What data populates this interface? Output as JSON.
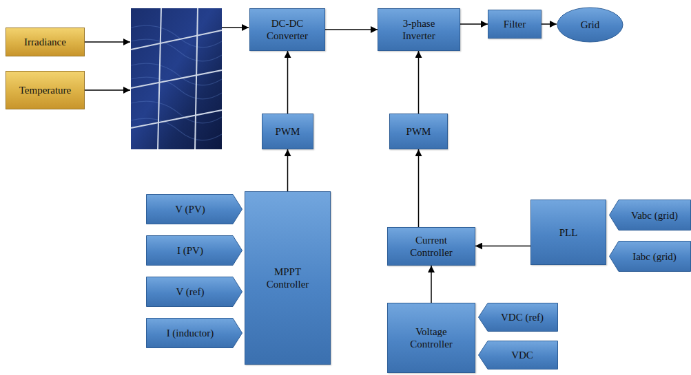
{
  "diagram": {
    "nodes": [
      {
        "text": [
          "Irradiance"
        ]
      },
      {
        "text": [
          "Temperature"
        ]
      },
      {
        "text": [
          "DC-DC Converter"
        ]
      },
      {
        "text": [
          "3-phase Inverter"
        ]
      },
      {
        "text": [
          "Filter"
        ]
      },
      {
        "text": [
          "Grid"
        ]
      },
      {
        "text": [
          "PWM"
        ]
      },
      {
        "text": [
          "PWM"
        ]
      },
      {
        "text": [
          "V (PV)"
        ]
      },
      {
        "text": [
          "I (PV)"
        ]
      },
      {
        "text": [
          "V (ref)"
        ]
      },
      {
        "text": [
          "I (inductor)"
        ]
      },
      {
        "text": [
          "MPPT Controller"
        ]
      },
      {
        "text": [
          "Current Controller"
        ]
      },
      {
        "text": [
          "PLL"
        ]
      },
      {
        "text": [
          "Vabc (grid)"
        ]
      },
      {
        "text": [
          "Iabc (grid)"
        ]
      },
      {
        "text": [
          "Voltage Controller"
        ]
      },
      {
        "text": [
          "VDC (ref)"
        ]
      },
      {
        "text": [
          "VDC"
        ]
      }
    ],
    "edges": [
      {
        "from": 2,
        "to": 3,
        "arrow": "to"
      },
      {
        "from": 3,
        "to": 4,
        "arrow": "to"
      },
      {
        "from": 4,
        "to": 5,
        "arrow": "to"
      },
      {
        "from": 6,
        "to": 2,
        "arrow": "to"
      },
      {
        "from": 12,
        "to": 6,
        "arrow": "to"
      },
      {
        "from": 7,
        "to": 3,
        "arrow": "to"
      },
      {
        "from": 13,
        "to": 7,
        "arrow": "to"
      },
      {
        "from": 14,
        "to": 13,
        "arrow": "to"
      },
      {
        "from": 17,
        "to": 13,
        "arrow": "to"
      }
    ]
  }
}
